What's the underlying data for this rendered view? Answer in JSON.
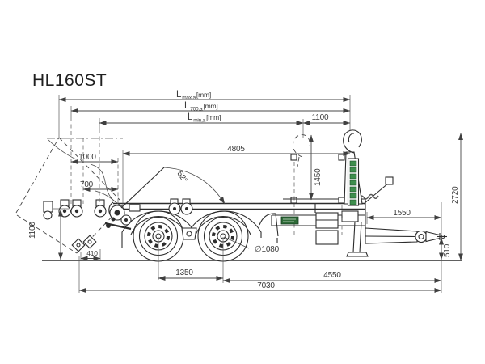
{
  "title": "HL160ST",
  "colors": {
    "ink": "#2d2d2d",
    "dimension_line": "#474747",
    "decal_green": "#3e8e4d",
    "decal_green_dark": "#1e4d2b",
    "plate_green": "#2e6b38"
  },
  "length_labels": {
    "l_max": {
      "base": "L",
      "sub": "max,a",
      "unit": "[mm]"
    },
    "l_700": {
      "base": "L",
      "sub": "700,a",
      "unit": "[mm]"
    },
    "l_min": {
      "base": "L",
      "sub": "min,a",
      "unit": "[mm]"
    }
  },
  "dims": {
    "hook_travel": "1100",
    "platform_length": "4805",
    "front_offset_max": "1000",
    "front_offset_700": "700",
    "hook_height": "1450",
    "overall_height": "2720",
    "drawbar_length": "1550",
    "eye_height": "510",
    "axle_spacing": "1350",
    "axle_to_eye": "4550",
    "overall_length": "7030",
    "rear_height": "1100",
    "roller_offset": "410",
    "tip_angle": "52°",
    "wheel_diameter": "∅1080"
  }
}
